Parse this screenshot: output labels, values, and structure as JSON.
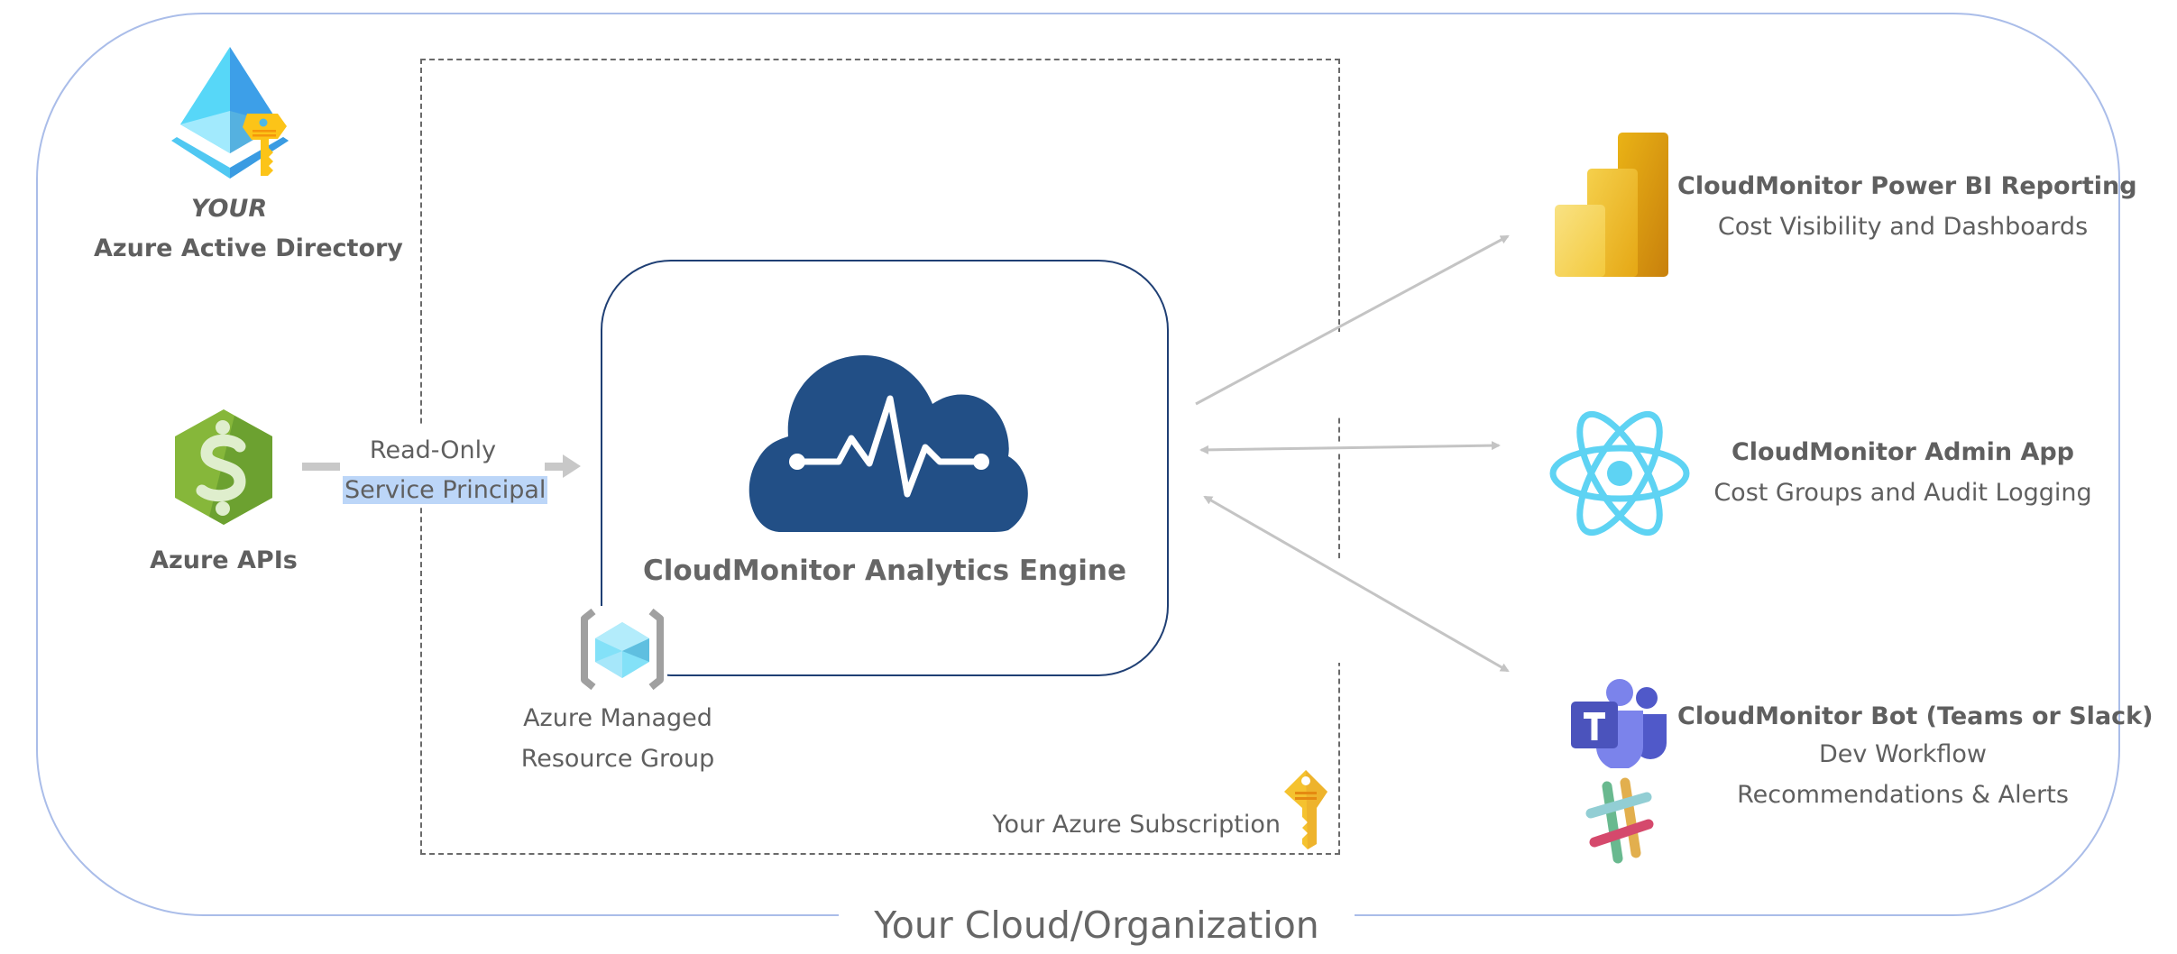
{
  "organization": {
    "label": "Your Cloud/Organization"
  },
  "active_directory": {
    "prefix": "YOUR",
    "label": "Azure Active Directory",
    "icon": "azure-active-directory-icon"
  },
  "azure_apis": {
    "label": "Azure APIs",
    "icon": "azure-cost-management-icon"
  },
  "connection": {
    "line1": "Read-Only",
    "line2": "Service Principal"
  },
  "subscription": {
    "label": "Your Azure Subscription",
    "icon": "key-icon"
  },
  "engine": {
    "label": "CloudMonitor Analytics Engine",
    "icon": "cloud-pulse-icon"
  },
  "managed_resource_group": {
    "line1": "Azure Managed",
    "line2": "Resource Group",
    "icon": "resource-group-icon"
  },
  "outputs": [
    {
      "title": "CloudMonitor Power BI Reporting",
      "lines": [
        "Cost Visibility and Dashboards"
      ],
      "icon": "power-bi-icon",
      "arrow": "one-way"
    },
    {
      "title": "CloudMonitor Admin App",
      "lines": [
        "Cost Groups and Audit Logging"
      ],
      "icon": "react-icon",
      "arrow": "two-way"
    },
    {
      "title": "CloudMonitor Bot (Teams or Slack)",
      "lines": [
        "Dev Workflow",
        "Recommendations & Alerts"
      ],
      "icon": "teams-slack-icon",
      "arrow": "two-way"
    }
  ],
  "colors": {
    "outer_border": "#aabde9",
    "engine_border": "#1f3f74",
    "cloud_fill": "#224f86",
    "arrow": "#c4c4c4",
    "text": "#5f5f5f",
    "highlight": "#bcd6f8"
  }
}
